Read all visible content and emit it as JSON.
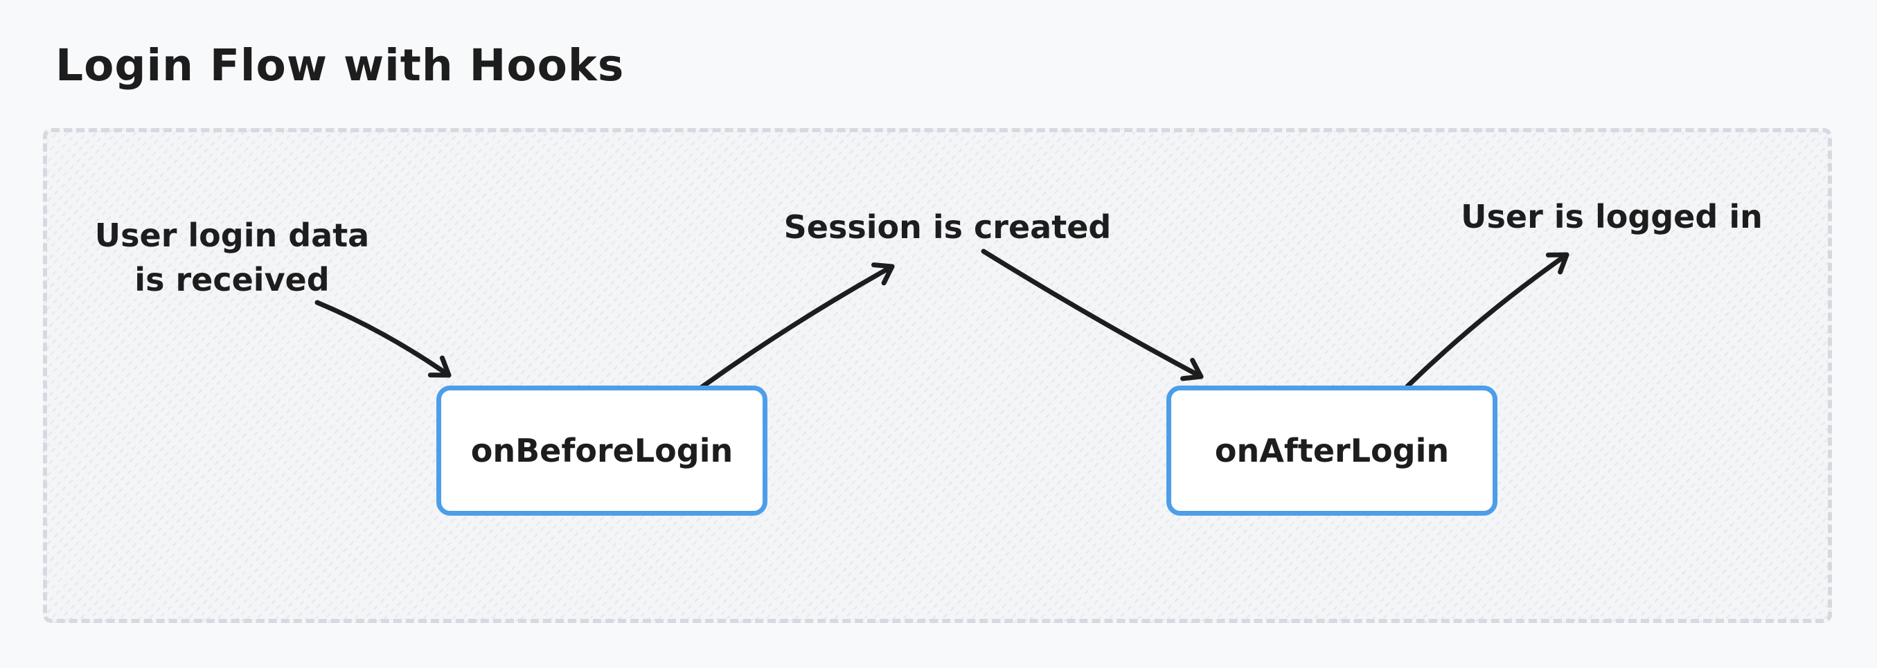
{
  "diagram": {
    "title": "Login Flow with Hooks",
    "nodes": [
      {
        "id": "onBeforeLogin",
        "label": "onBeforeLogin"
      },
      {
        "id": "onAfterLogin",
        "label": "onAfterLogin"
      }
    ],
    "annotations": [
      {
        "id": "user-login-data",
        "line1": "User login data",
        "line2": "is received"
      },
      {
        "id": "session-created",
        "text": "Session is created"
      },
      {
        "id": "user-logged-in",
        "text": "User is logged in"
      }
    ],
    "edges": [
      {
        "from": "user-login-data",
        "to": "onBeforeLogin"
      },
      {
        "from": "onBeforeLogin",
        "to": "session-created"
      },
      {
        "from": "session-created",
        "to": "onAfterLogin"
      },
      {
        "from": "onAfterLogin",
        "to": "user-logged-in"
      }
    ],
    "colors": {
      "page_background": "#f8f9fa",
      "frame_fill": "#f3f5f7",
      "frame_hatch": "#e4e7ed",
      "frame_border": "#d6dae0",
      "node_fill": "#ffffff",
      "node_border": "#4d9ee9",
      "arrow": "#1d1d1d",
      "text": "#1d1d1d"
    }
  }
}
